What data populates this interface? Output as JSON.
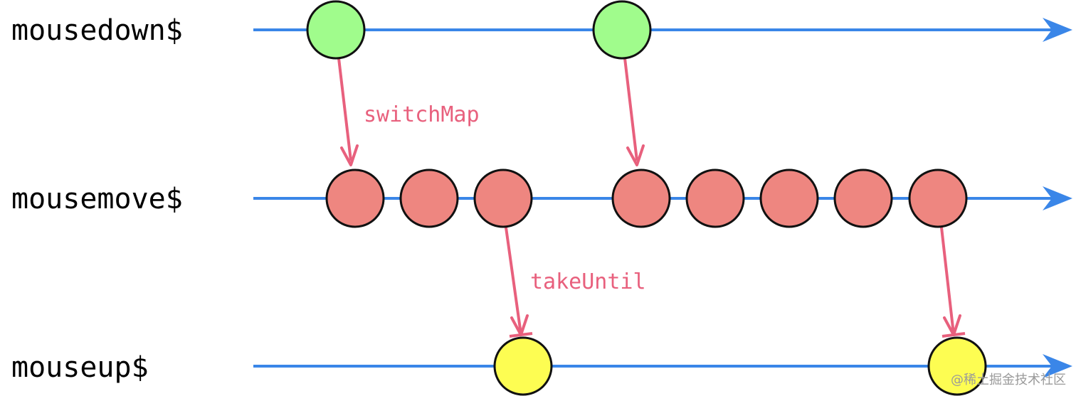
{
  "colors": {
    "timeline": "#3a86e8",
    "operator_arrow": "#e8607d",
    "mousedown_event": "#a0fc8c",
    "mousemove_event": "#ee8680",
    "mouseup_event": "#fdfd52",
    "outline": "#111111",
    "watermark": "#9a9a9a"
  },
  "streams": [
    {
      "label": "mousedown$"
    },
    {
      "label": "mousemove$"
    },
    {
      "label": "mouseup$"
    }
  ],
  "operators": {
    "switchMap": "switchMap",
    "takeUntil": "takeUntil"
  },
  "watermark": "@稀土掘金技术社区"
}
